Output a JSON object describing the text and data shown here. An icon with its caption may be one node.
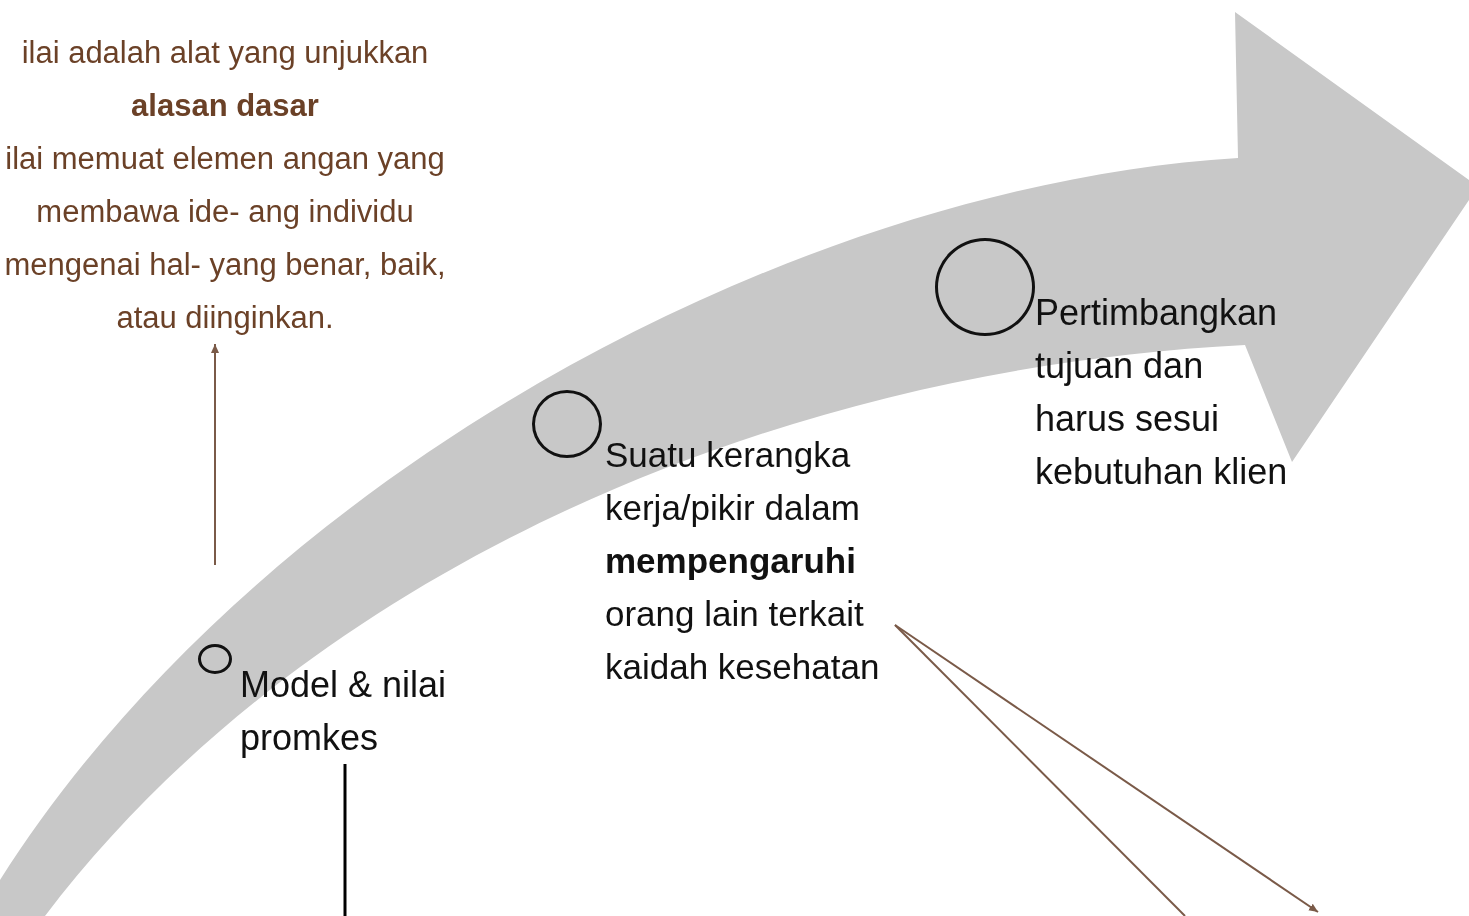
{
  "diagram": {
    "nodes": [
      {
        "text": [
          "ilai adalah alat yang unjukkan **alasan dasar**",
          "ilai memuat elemen angan yang membawa ide- ang individu mengenai hal- yang benar, baik, atau diinginkan."
        ]
      },
      {
        "text": [
          "Model & nilai promkes"
        ]
      },
      {
        "text": [
          "Suatu kerangka kerja/pikir dalam **mempengaruhi** orang lain terkait kaidah kesehatan"
        ]
      },
      {
        "text": [
          "Pertimbangkan tujuan dan harus sesui kebutuhan klien"
        ]
      }
    ],
    "edges": [
      {
        "from": null,
        "to": 0,
        "arrow": "to"
      },
      {
        "from": 1,
        "to": null,
        "arrow": "none",
        "color": "#000000"
      },
      {
        "from": 2,
        "to": null,
        "arrow": "none"
      },
      {
        "from": 2,
        "to": null,
        "arrow": "to"
      }
    ]
  }
}
